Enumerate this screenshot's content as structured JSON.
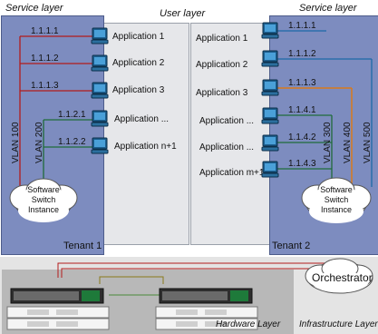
{
  "diagram": {
    "labels": {
      "service_layer_left": "Service layer",
      "service_layer_right": "Service layer",
      "user_layer": "User layer",
      "tenant_1": "Tenant 1",
      "tenant_2": "Tenant 2",
      "hardware_layer": "Hardware Layer",
      "infrastructure_layer": "Infrastructure Layer",
      "orchestrator": "Orchestrator",
      "switch_left": "Software\nSwitch\nInstance",
      "switch_right": "Software\nSwitch\nInstance"
    },
    "left": {
      "vlans": [
        "VLAN 100",
        "VLAN 200"
      ],
      "ips": [
        "1.1.1.1",
        "1.1.1.2",
        "1.1.1.3",
        "1.1.2.1",
        "1.1.2.2"
      ],
      "apps": [
        "Application 1",
        "Application 2",
        "Application 3",
        "Application ...",
        "Application n+1"
      ]
    },
    "right": {
      "vlans": [
        "VLAN 300",
        "VLAN 400",
        "VLAN 500"
      ],
      "ips": [
        "1.1.1.1",
        "1.1.1.2",
        "1.1.1.3",
        "1.1.4.1",
        "1.1.4.2",
        "1.1.4.3"
      ],
      "apps": [
        "Application 1",
        "Application 2",
        "Application 3",
        "Application ...",
        "Application ...",
        "Application m+1"
      ]
    },
    "colors": {
      "tenant_panel": "#7d8cbf",
      "user_panel": "#e6e7ea",
      "red_vlan": "#b31b1b",
      "green_vlan": "#1f6b3a",
      "blue_vlan": "#1c6aa8",
      "orange_vlan": "#d97a1a"
    }
  }
}
